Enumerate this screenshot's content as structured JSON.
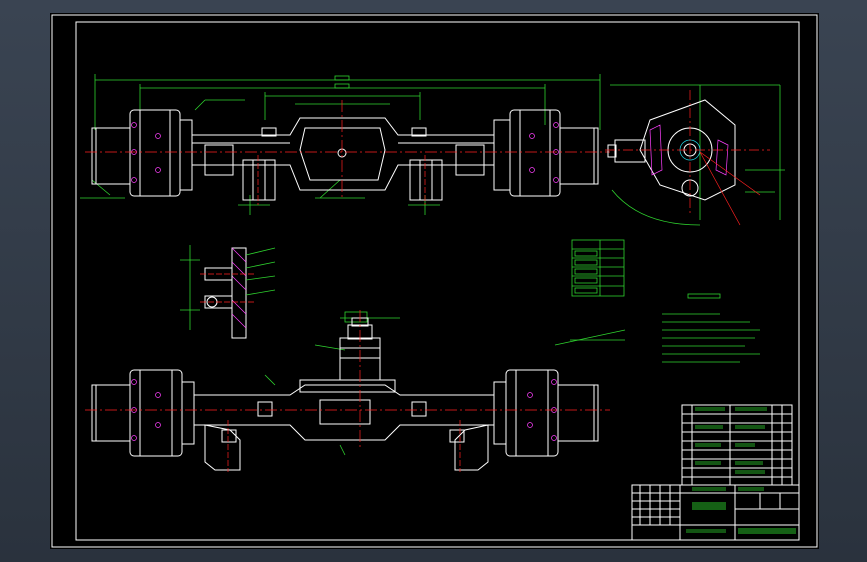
{
  "drawing": {
    "colors": {
      "background": "#000000",
      "frame": "#ffffff",
      "dimension": "#2fd42f",
      "part": "#ffffff",
      "center_line": "#ff2020",
      "hatch": "#ff40ff",
      "accent": "#20d8e8",
      "thread": "#e6e600"
    },
    "views": [
      {
        "id": "front-view"
      },
      {
        "id": "side-view"
      },
      {
        "id": "detail-view"
      },
      {
        "id": "top-view"
      }
    ],
    "title_block": {
      "visible": true
    },
    "parts_list": {
      "rows": 9
    },
    "dimension_table": {
      "rows": 6
    }
  }
}
